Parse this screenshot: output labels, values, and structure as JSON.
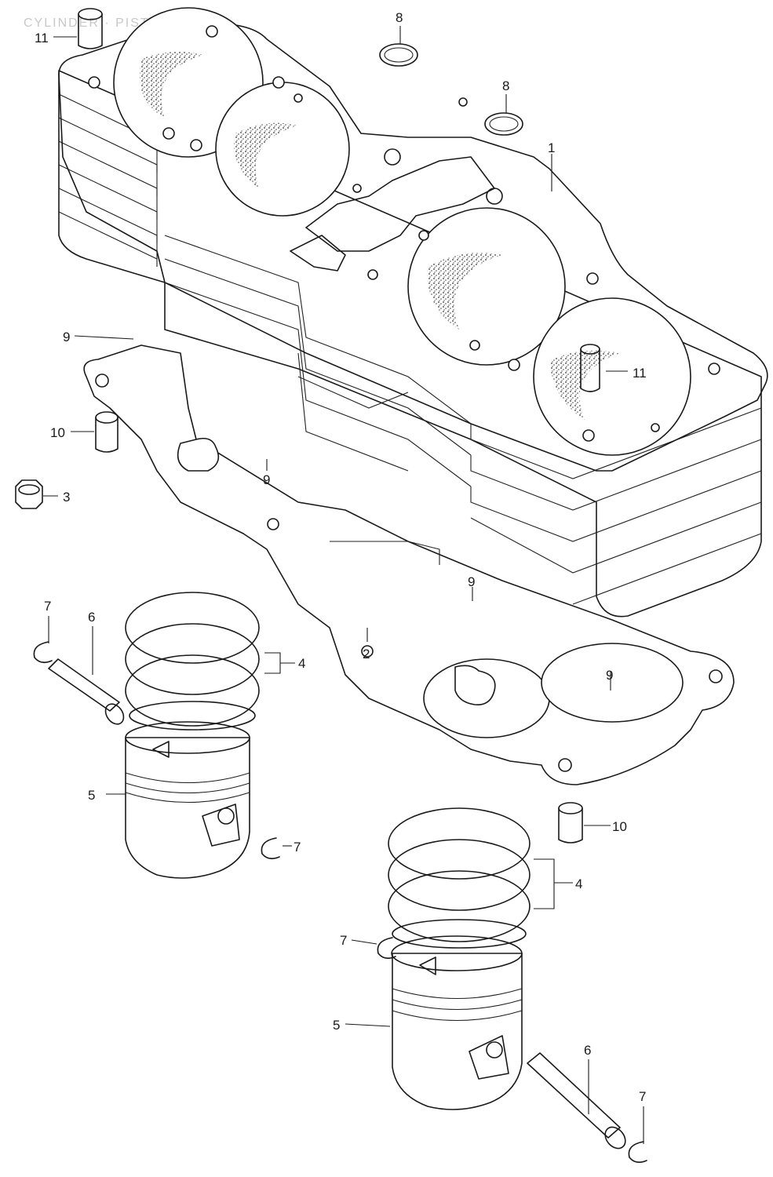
{
  "header": {
    "title": "CYLINDER · PISTON"
  },
  "diagram": {
    "callouts": [
      {
        "id": "c1",
        "label": "1"
      },
      {
        "id": "c2",
        "label": "2"
      },
      {
        "id": "c3",
        "label": "3"
      },
      {
        "id": "c4a",
        "label": "4"
      },
      {
        "id": "c4b",
        "label": "4"
      },
      {
        "id": "c5a",
        "label": "5"
      },
      {
        "id": "c5b",
        "label": "5"
      },
      {
        "id": "c6a",
        "label": "6"
      },
      {
        "id": "c6b",
        "label": "6"
      },
      {
        "id": "c7a",
        "label": "7"
      },
      {
        "id": "c7b",
        "label": "7"
      },
      {
        "id": "c7c",
        "label": "7"
      },
      {
        "id": "c7d",
        "label": "7"
      },
      {
        "id": "c8a",
        "label": "8"
      },
      {
        "id": "c8b",
        "label": "8"
      },
      {
        "id": "c9a",
        "label": "9"
      },
      {
        "id": "c9b",
        "label": "9"
      },
      {
        "id": "c9c",
        "label": "9"
      },
      {
        "id": "c9d",
        "label": "9"
      },
      {
        "id": "c10a",
        "label": "10"
      },
      {
        "id": "c10b",
        "label": "10"
      },
      {
        "id": "c11a",
        "label": "11"
      },
      {
        "id": "c11b",
        "label": "11"
      }
    ]
  }
}
